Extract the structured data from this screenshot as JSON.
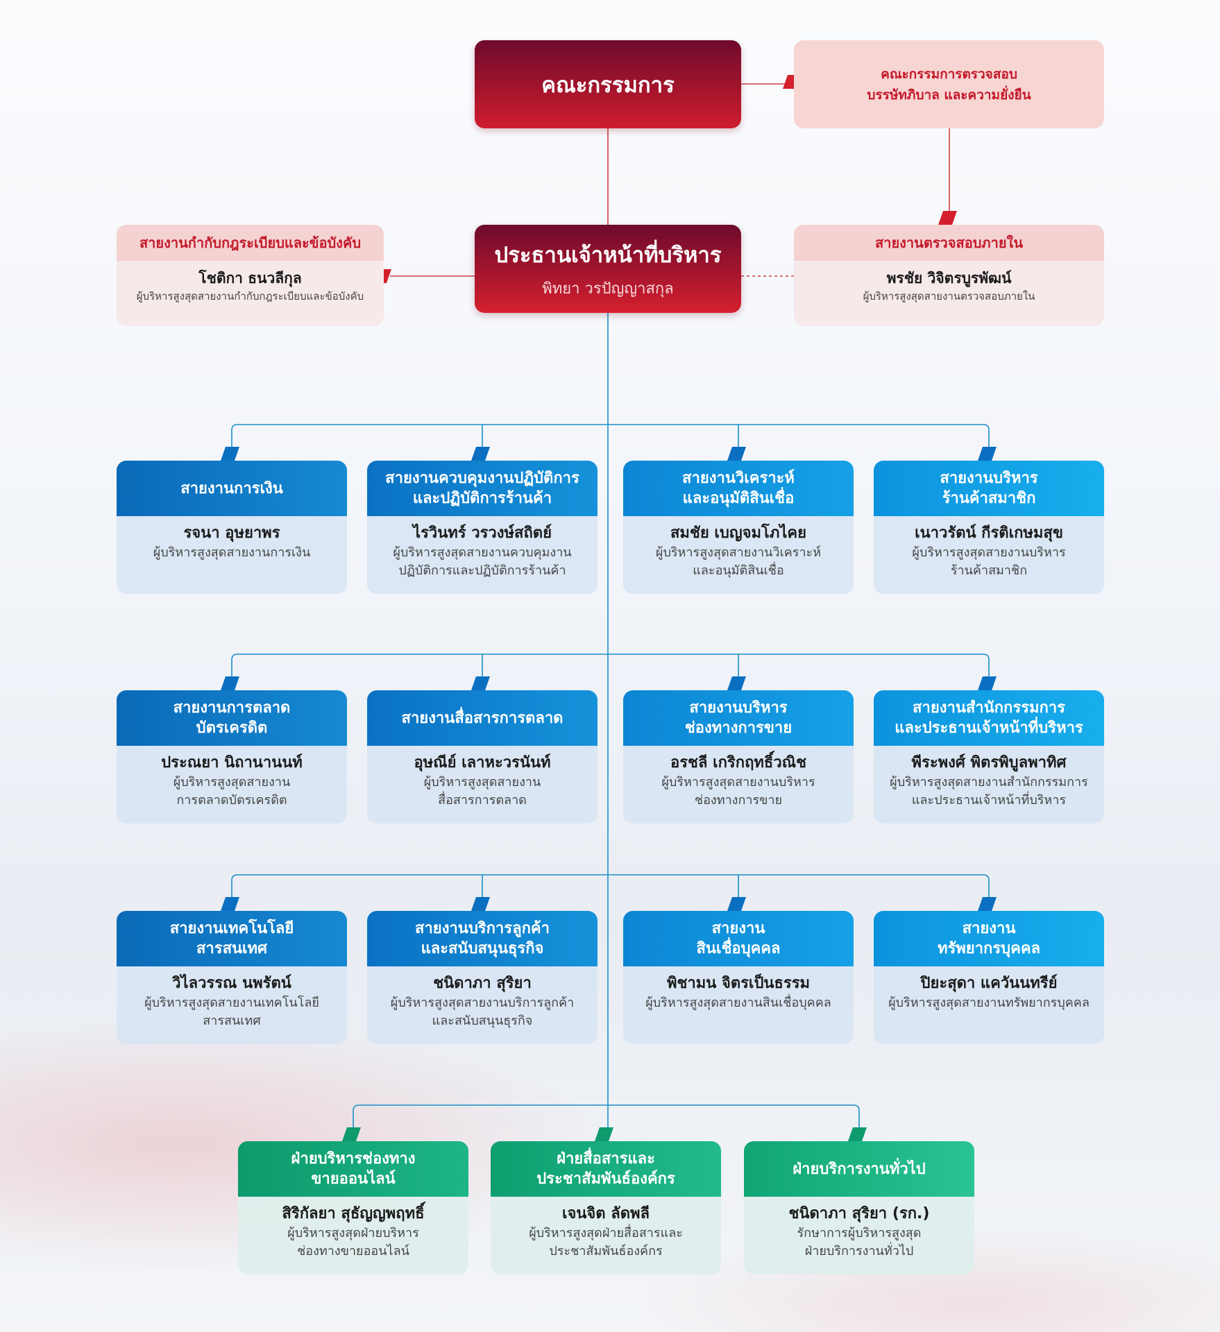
{
  "board": {
    "title": "คณะกรรมการ"
  },
  "audit_committee": {
    "lines": [
      "คณะกรรมการตรวจสอบ",
      "บรรษัทภิบาล และความยั่งยืน"
    ]
  },
  "ceo": {
    "title": "ประธานเจ้าหน้าที่บริหาร",
    "name": "พิทยา วรปัญญาสกุล"
  },
  "compliance": {
    "title": "สายงานกำกับกฎระเบียบและข้อบังคับ",
    "name": "โชติกา ธนวลีกุล",
    "role": [
      "ผู้บริหารสูงสุดสายงานกำกับกฎระเบียบและข้อบังคับ"
    ]
  },
  "internal_audit": {
    "title": "สายงานตรวจสอบภายใน",
    "name": "พรชัย วิจิตรบูรพัฒน์",
    "role": [
      "ผู้บริหารสูงสุดสายงานตรวจสอบภายใน"
    ]
  },
  "units": [
    {
      "title": [
        "สายงานการเงิน"
      ],
      "name": "รจนา อุษยาพร",
      "role": [
        "ผู้บริหารสูงสุดสายงานการเงิน"
      ]
    },
    {
      "title": [
        "สายงานควบคุมงานปฏิบัติการ",
        "และปฏิบัติการร้านค้า"
      ],
      "name": "ไรวินทร์ วรวงษ์สถิตย์",
      "role": [
        "ผู้บริหารสูงสุดสายงานควบคุมงาน",
        "ปฏิบัติการและปฏิบัติการร้านค้า"
      ]
    },
    {
      "title": [
        "สายงานวิเคราะห์",
        "และอนุมัติสินเชื่อ"
      ],
      "name": "สมชัย เบญจมโภไคย",
      "role": [
        "ผู้บริหารสูงสุดสายงานวิเคราะห์",
        "และอนุมัติสินเชื่อ"
      ]
    },
    {
      "title": [
        "สายงานบริหาร",
        "ร้านค้าสมาชิก"
      ],
      "name": "เนาวรัตน์ กีรติเกษมสุข",
      "role": [
        "ผู้บริหารสูงสุดสายงานบริหาร",
        "ร้านค้าสมาชิก"
      ]
    },
    {
      "title": [
        "สายงานการตลาด",
        "บัตรเครดิต"
      ],
      "name": "ประณยา นิถานานนท์",
      "role": [
        "ผู้บริหารสูงสุดสายงาน",
        "การตลาดบัตรเครดิต"
      ]
    },
    {
      "title": [
        "สายงานสื่อสารการตลาด"
      ],
      "name": "อุษณีย์ เลาหะวรนันท์",
      "role": [
        "ผู้บริหารสูงสุดสายงาน",
        "สื่อสารการตลาด"
      ]
    },
    {
      "title": [
        "สายงานบริหาร",
        "ช่องทางการขาย"
      ],
      "name": "อรชลี เกริกฤทธิ์วณิช",
      "role": [
        "ผู้บริหารสูงสุดสายงานบริหาร",
        "ช่องทางการขาย"
      ]
    },
    {
      "title": [
        "สายงานสำนักกรรมการ",
        "และประธานเจ้าหน้าที่บริหาร"
      ],
      "name": "พีระพงศ์ พิตรพิบูลพาทิศ",
      "role": [
        "ผู้บริหารสูงสุดสายงานสำนักกรรมการ",
        "และประธานเจ้าหน้าที่บริหาร"
      ]
    },
    {
      "title": [
        "สายงานเทคโนโลยี",
        "สารสนเทศ"
      ],
      "name": "วิไลวรรณ นพรัตน์",
      "role": [
        "ผู้บริหารสูงสุดสายงานเทคโนโลยี",
        "สารสนเทศ"
      ]
    },
    {
      "title": [
        "สายงานบริการลูกค้า",
        "และสนับสนุนธุรกิจ"
      ],
      "name": "ชนิดาภา สุริยา",
      "role": [
        "ผู้บริหารสูงสุดสายงานบริการลูกค้า",
        "และสนับสนุนธุรกิจ"
      ]
    },
    {
      "title": [
        "สายงาน",
        "สินเชื่อบุคคล"
      ],
      "name": "พิชามน จิตรเป็นธรรม",
      "role": [
        "ผู้บริหารสูงสุดสายงานสินเชื่อบุคคล"
      ]
    },
    {
      "title": [
        "สายงาน",
        "ทรัพยากรบุคคล"
      ],
      "name": "ปิยะสุดา แควันนทรีย์",
      "role": [
        "ผู้บริหารสูงสุดสายงานทรัพยากรบุคคล"
      ]
    }
  ],
  "departments": [
    {
      "title": [
        "ฝ่ายบริหารช่องทาง",
        "ขายออนไลน์"
      ],
      "name": "สิริกัลยา สุธัญญพฤทธิ์",
      "role": [
        "ผู้บริหารสูงสุดฝ่ายบริหาร",
        "ช่องทางขายออนไลน์"
      ]
    },
    {
      "title": [
        "ฝ่ายสื่อสารและ",
        "ประชาสัมพันธ์องค์กร"
      ],
      "name": "เจนจิต ลัดพลี",
      "role": [
        "ผู้บริหารสูงสุดฝ่ายสื่อสารและ",
        "ประชาสัมพันธ์องค์กร"
      ]
    },
    {
      "title": [
        "ฝ่ายบริการงานทั่วไป"
      ],
      "name": "ชนิดาภา สุริยา (รก.)",
      "role": [
        "รักษาการผู้บริหารสูงสุด",
        "ฝ่ายบริการงานทั่วไป"
      ]
    }
  ],
  "colors": {
    "red_dark": "#7a0c2e",
    "red": "#d51f2e",
    "blue_dark": "#0b6fc1",
    "blue": "#0fa4e6",
    "green_dark": "#0f9a6e",
    "green": "#2cc196",
    "line_blue": "#1d8ec9",
    "line_red": "#d23b45"
  }
}
